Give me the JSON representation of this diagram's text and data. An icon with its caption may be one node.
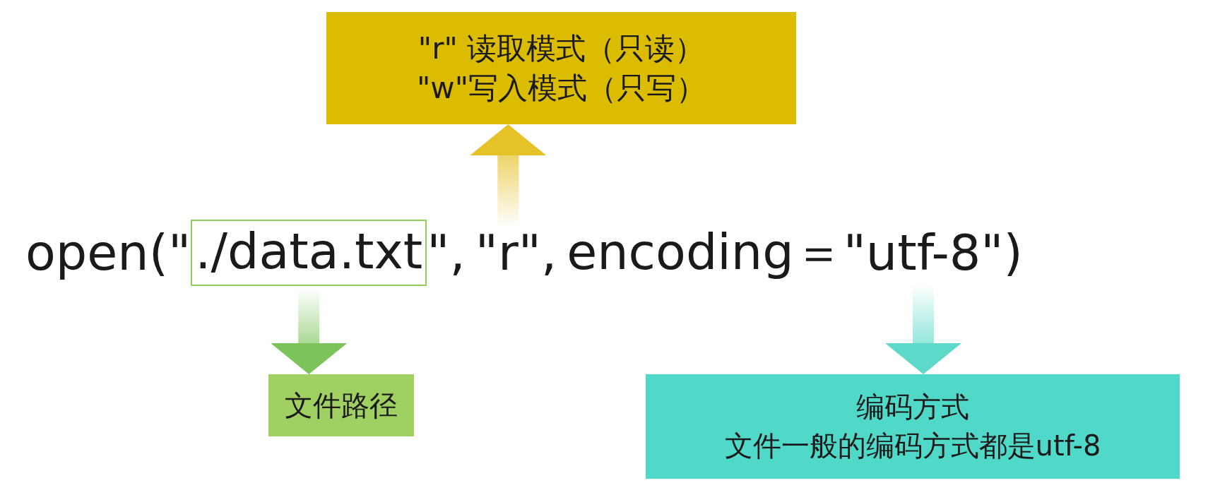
{
  "diagram": {
    "nodes": [
      {
        "text": [
          "\"r\" 读取模式（只读）",
          "\"w\"写入模式（只写）"
        ]
      },
      {
        "text": [
          "./data.txt"
        ]
      },
      {
        "text": [
          "\"r\""
        ]
      },
      {
        "text": [
          "\"utf-8\""
        ]
      },
      {
        "text": [
          "文件路径"
        ]
      },
      {
        "text": [
          "编码方式",
          "文件一般的编码方式都是utf-8"
        ]
      }
    ],
    "edges": [
      {
        "from": 2,
        "to": 0,
        "arrow": "to",
        "style": "thick",
        "color": "#e6c229"
      },
      {
        "from": 1,
        "to": 4,
        "arrow": "to",
        "style": "thick",
        "color": "#7cc35a"
      },
      {
        "from": 3,
        "to": 5,
        "arrow": "to",
        "style": "thick",
        "color": "#5ed9c9"
      }
    ],
    "labels": [
      "open(\"",
      "\",",
      ",",
      "encoding＝",
      ")"
    ]
  }
}
